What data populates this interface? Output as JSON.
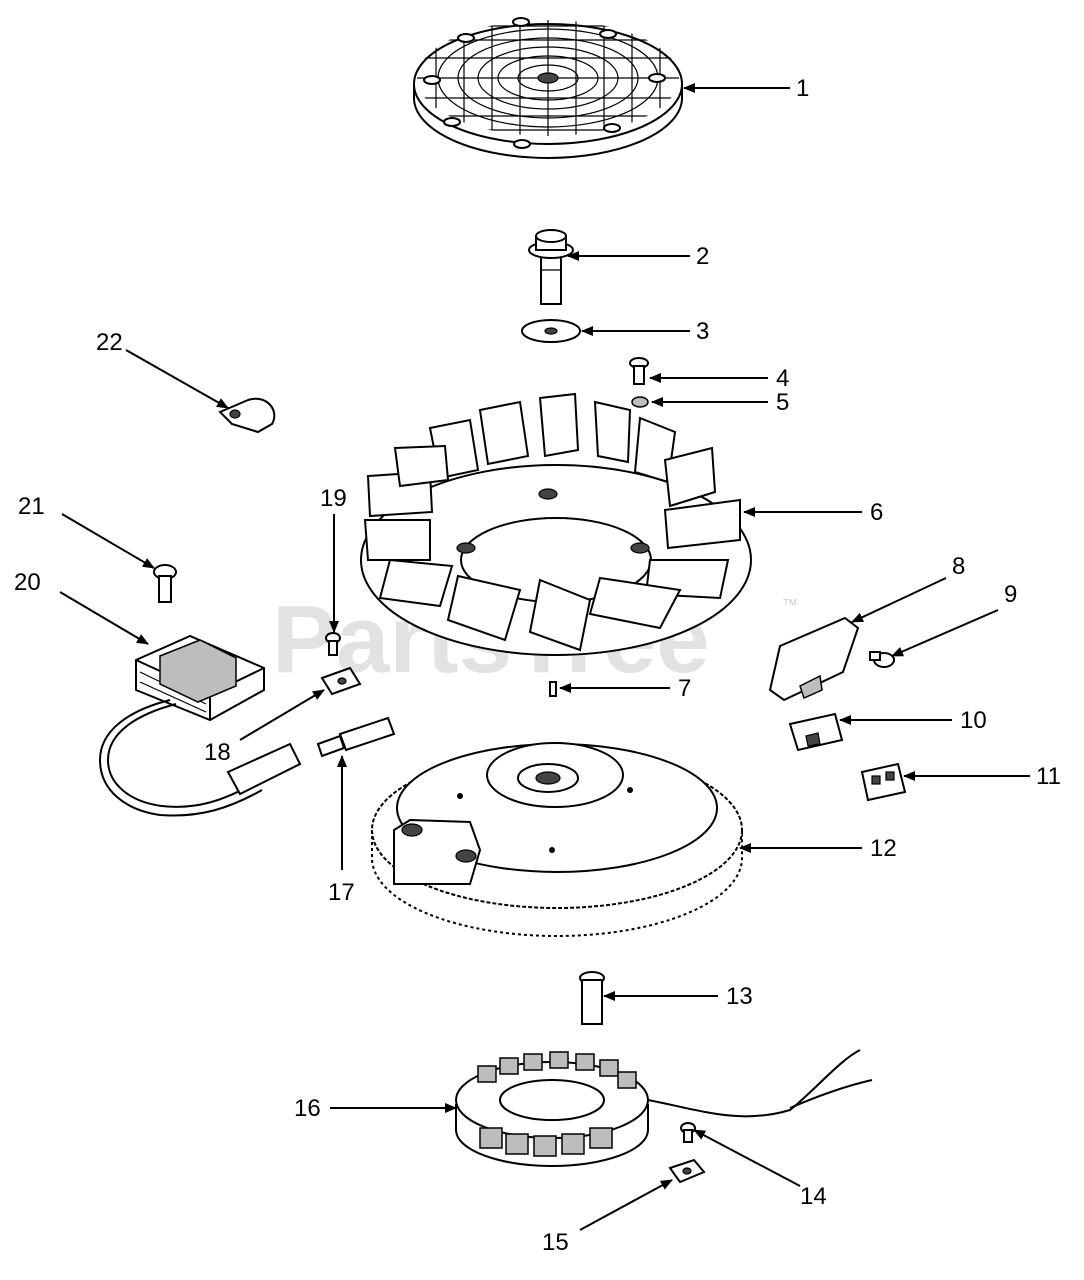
{
  "watermark": {
    "brand": "PartsTree",
    "trademark": "™"
  },
  "callouts": {
    "c1": "1",
    "c2": "2",
    "c3": "3",
    "c4": "4",
    "c5": "5",
    "c6": "6",
    "c7": "7",
    "c8": "8",
    "c9": "9",
    "c10": "10",
    "c11": "11",
    "c12": "12",
    "c13": "13",
    "c14": "14",
    "c15": "15",
    "c16": "16",
    "c17": "17",
    "c18": "18",
    "c19": "19",
    "c20": "20",
    "c21": "21",
    "c22": "22"
  }
}
